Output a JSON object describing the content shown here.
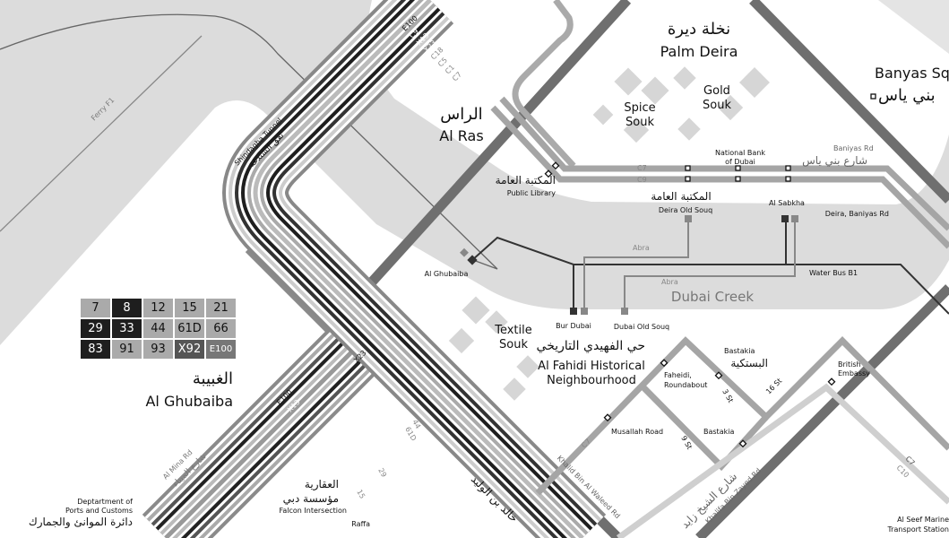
{
  "colors": {
    "water": "#dcdcdc",
    "road": "#6f6f6f",
    "route_light": "#aaaaaa",
    "route_dark": "#1e1e1e",
    "route_mid": "#555555",
    "route_e100": "#777777",
    "block": "#d6d6d6"
  },
  "areas": {
    "palm_deira": {
      "ar": "نخلة ديرة",
      "en": "Palm Deira"
    },
    "al_ras": {
      "ar": "الراس",
      "en": "Al Ras"
    },
    "banyas_sq": {
      "ar": "بني ياس",
      "en": "Banyas Sq"
    },
    "al_ghubaiba": {
      "ar": "الغبيبة",
      "en": "Al Ghubaiba"
    },
    "al_fahidi": {
      "ar": "حي الفهيدي التاريخي",
      "en1": "Al Fahidi Historical",
      "en2": "Neighbourhood"
    },
    "spice_souk": {
      "en1": "Spice",
      "en2": "Souk"
    },
    "gold_souk": {
      "en1": "Gold",
      "en2": "Souk"
    },
    "textile_souk": {
      "en1": "Textile",
      "en2": "Souk"
    },
    "dubai_creek": "Dubai Creek"
  },
  "stops": {
    "public_library": {
      "ar": "المكتبة العامة",
      "en": "Public Library"
    },
    "deira_old_souq": {
      "ar": "المكتبة العامة",
      "en": "Deira Old Souq"
    },
    "national_bank": {
      "en1": "National Bank",
      "en2": "of Dubai"
    },
    "al_sabkha": "Al Sabkha",
    "deira_baniyas": "Deira, Baniyas Rd",
    "al_ghubaiba_stop": "Al Ghubaiba",
    "bur_dubai": "Bur Dubai",
    "dubai_old_souq": "Dubai Old Souq",
    "bastakia_top": {
      "en": "Bastakia",
      "ar": "البستكية"
    },
    "faheidi": {
      "en1": "Faheidi,",
      "en2": "Roundabout"
    },
    "musallah": "Musallah Road",
    "bastakia": "Bastakia",
    "british_embassy": {
      "en1": "British",
      "en2": "Embassy"
    },
    "ports_customs": {
      "en1": "Deptartment of",
      "en2": "Ports and Customs",
      "ar": "دائرة الموانئ والجمارك"
    },
    "falcon": {
      "ar1": "العقارية",
      "ar2": "مؤسسة دبي",
      "en": "Falcon Intersection"
    },
    "raffa": "Raffa",
    "al_seef": {
      "en1": "Al Seef Marine",
      "en2": "Transport Station"
    }
  },
  "roads": {
    "baniyas_rd": {
      "en": "Baniyas Rd",
      "ar": "شارع بني ياس"
    },
    "shindagha": {
      "en": "Shindagha Tunnel",
      "ar": "نفق الشندغة"
    },
    "al_mina": {
      "en": "Al Mina Rd",
      "ar": "شارع الميناء"
    },
    "khalid": {
      "en": "Khalid Bin Al Waleed Rd",
      "ar": "خالد بن الوليد"
    },
    "khalifa": {
      "en": "Khalifa Bin Zayed Rd",
      "ar": "شارع الشيخ زايد"
    },
    "st3": "3 St",
    "st9": "9 St",
    "st16": "16 St"
  },
  "water_routes": {
    "abra1": "Abra",
    "abra2": "Abra",
    "water_bus": "Water Bus B1",
    "ferry": "Ferry F1"
  },
  "line_labels": {
    "top": [
      "E100",
      "C9",
      "X13",
      "X23",
      "C18",
      "C5",
      "C1",
      "C7"
    ],
    "left": [
      "E100",
      "X13",
      "X23"
    ],
    "bottom": [
      "15",
      "83",
      "33",
      "29",
      "92",
      "61D",
      "44"
    ],
    "c7": "C7",
    "c9": "C9",
    "c7_right": "C7",
    "c10": "C10",
    "c7_left": "C7"
  },
  "route_grid": [
    {
      "label": "7",
      "style": "light"
    },
    {
      "label": "8",
      "style": "dark"
    },
    {
      "label": "12",
      "style": "light"
    },
    {
      "label": "15",
      "style": "light"
    },
    {
      "label": "21",
      "style": "light"
    },
    {
      "label": "29",
      "style": "dark"
    },
    {
      "label": "33",
      "style": "dark"
    },
    {
      "label": "44",
      "style": "light"
    },
    {
      "label": "61D",
      "style": "light"
    },
    {
      "label": "66",
      "style": "light"
    },
    {
      "label": "83",
      "style": "dark"
    },
    {
      "label": "91",
      "style": "light"
    },
    {
      "label": "93",
      "style": "light"
    },
    {
      "label": "X92",
      "style": "mid"
    },
    {
      "label": "E100",
      "style": "e100"
    }
  ]
}
